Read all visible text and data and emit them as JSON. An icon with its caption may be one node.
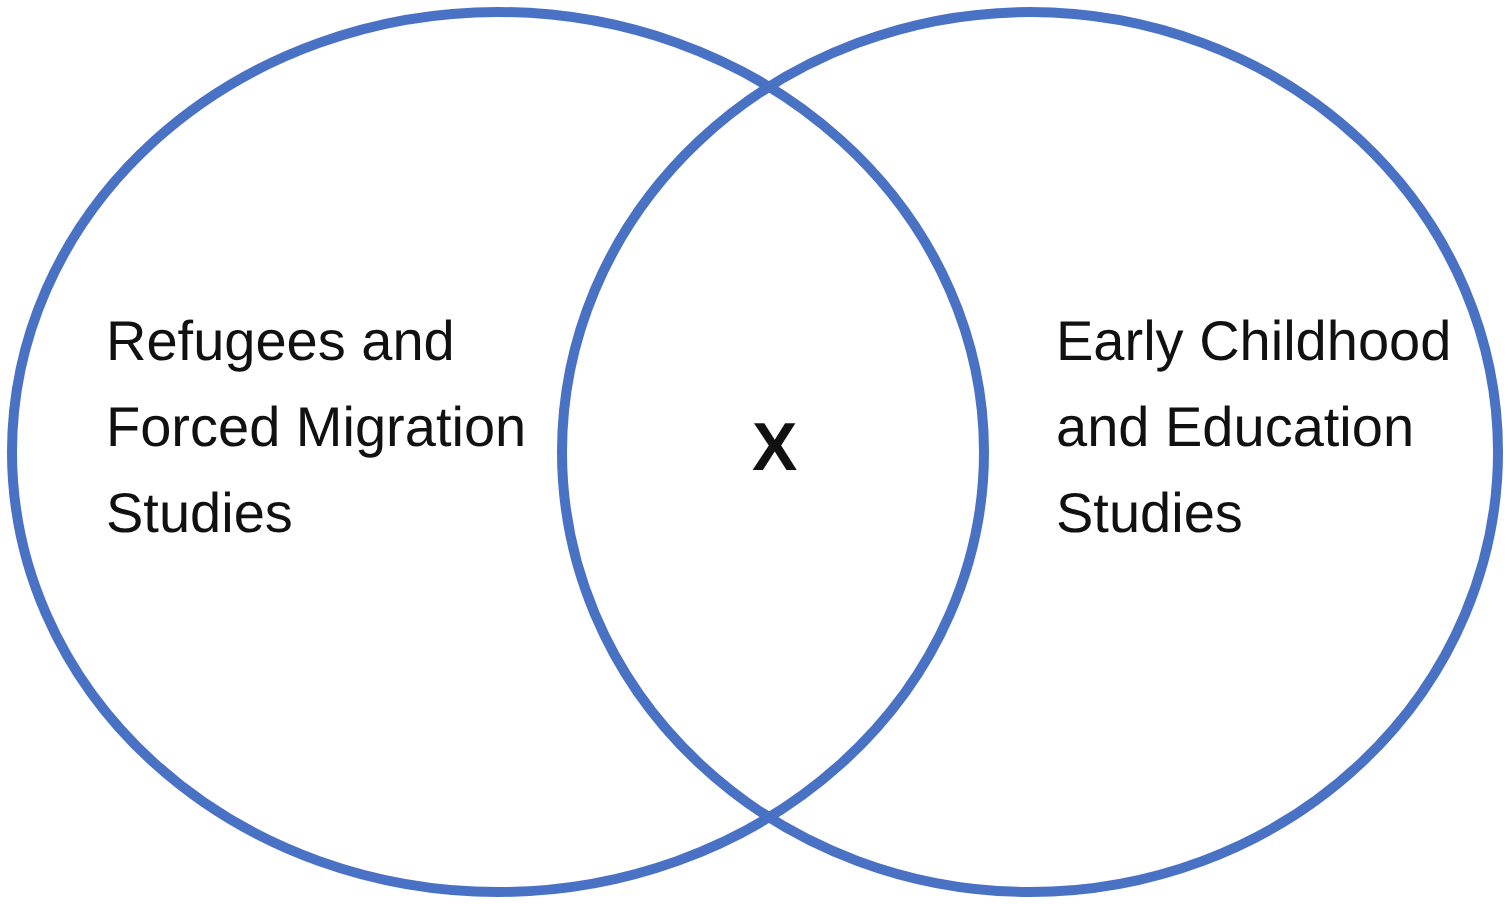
{
  "diagram": {
    "nodes": [
      {
        "text": [
          "Refugees and Forced Migration Studies"
        ]
      },
      {
        "text": [
          "Early Childhood and Education Studies"
        ]
      }
    ],
    "labels": [
      "X"
    ]
  }
}
